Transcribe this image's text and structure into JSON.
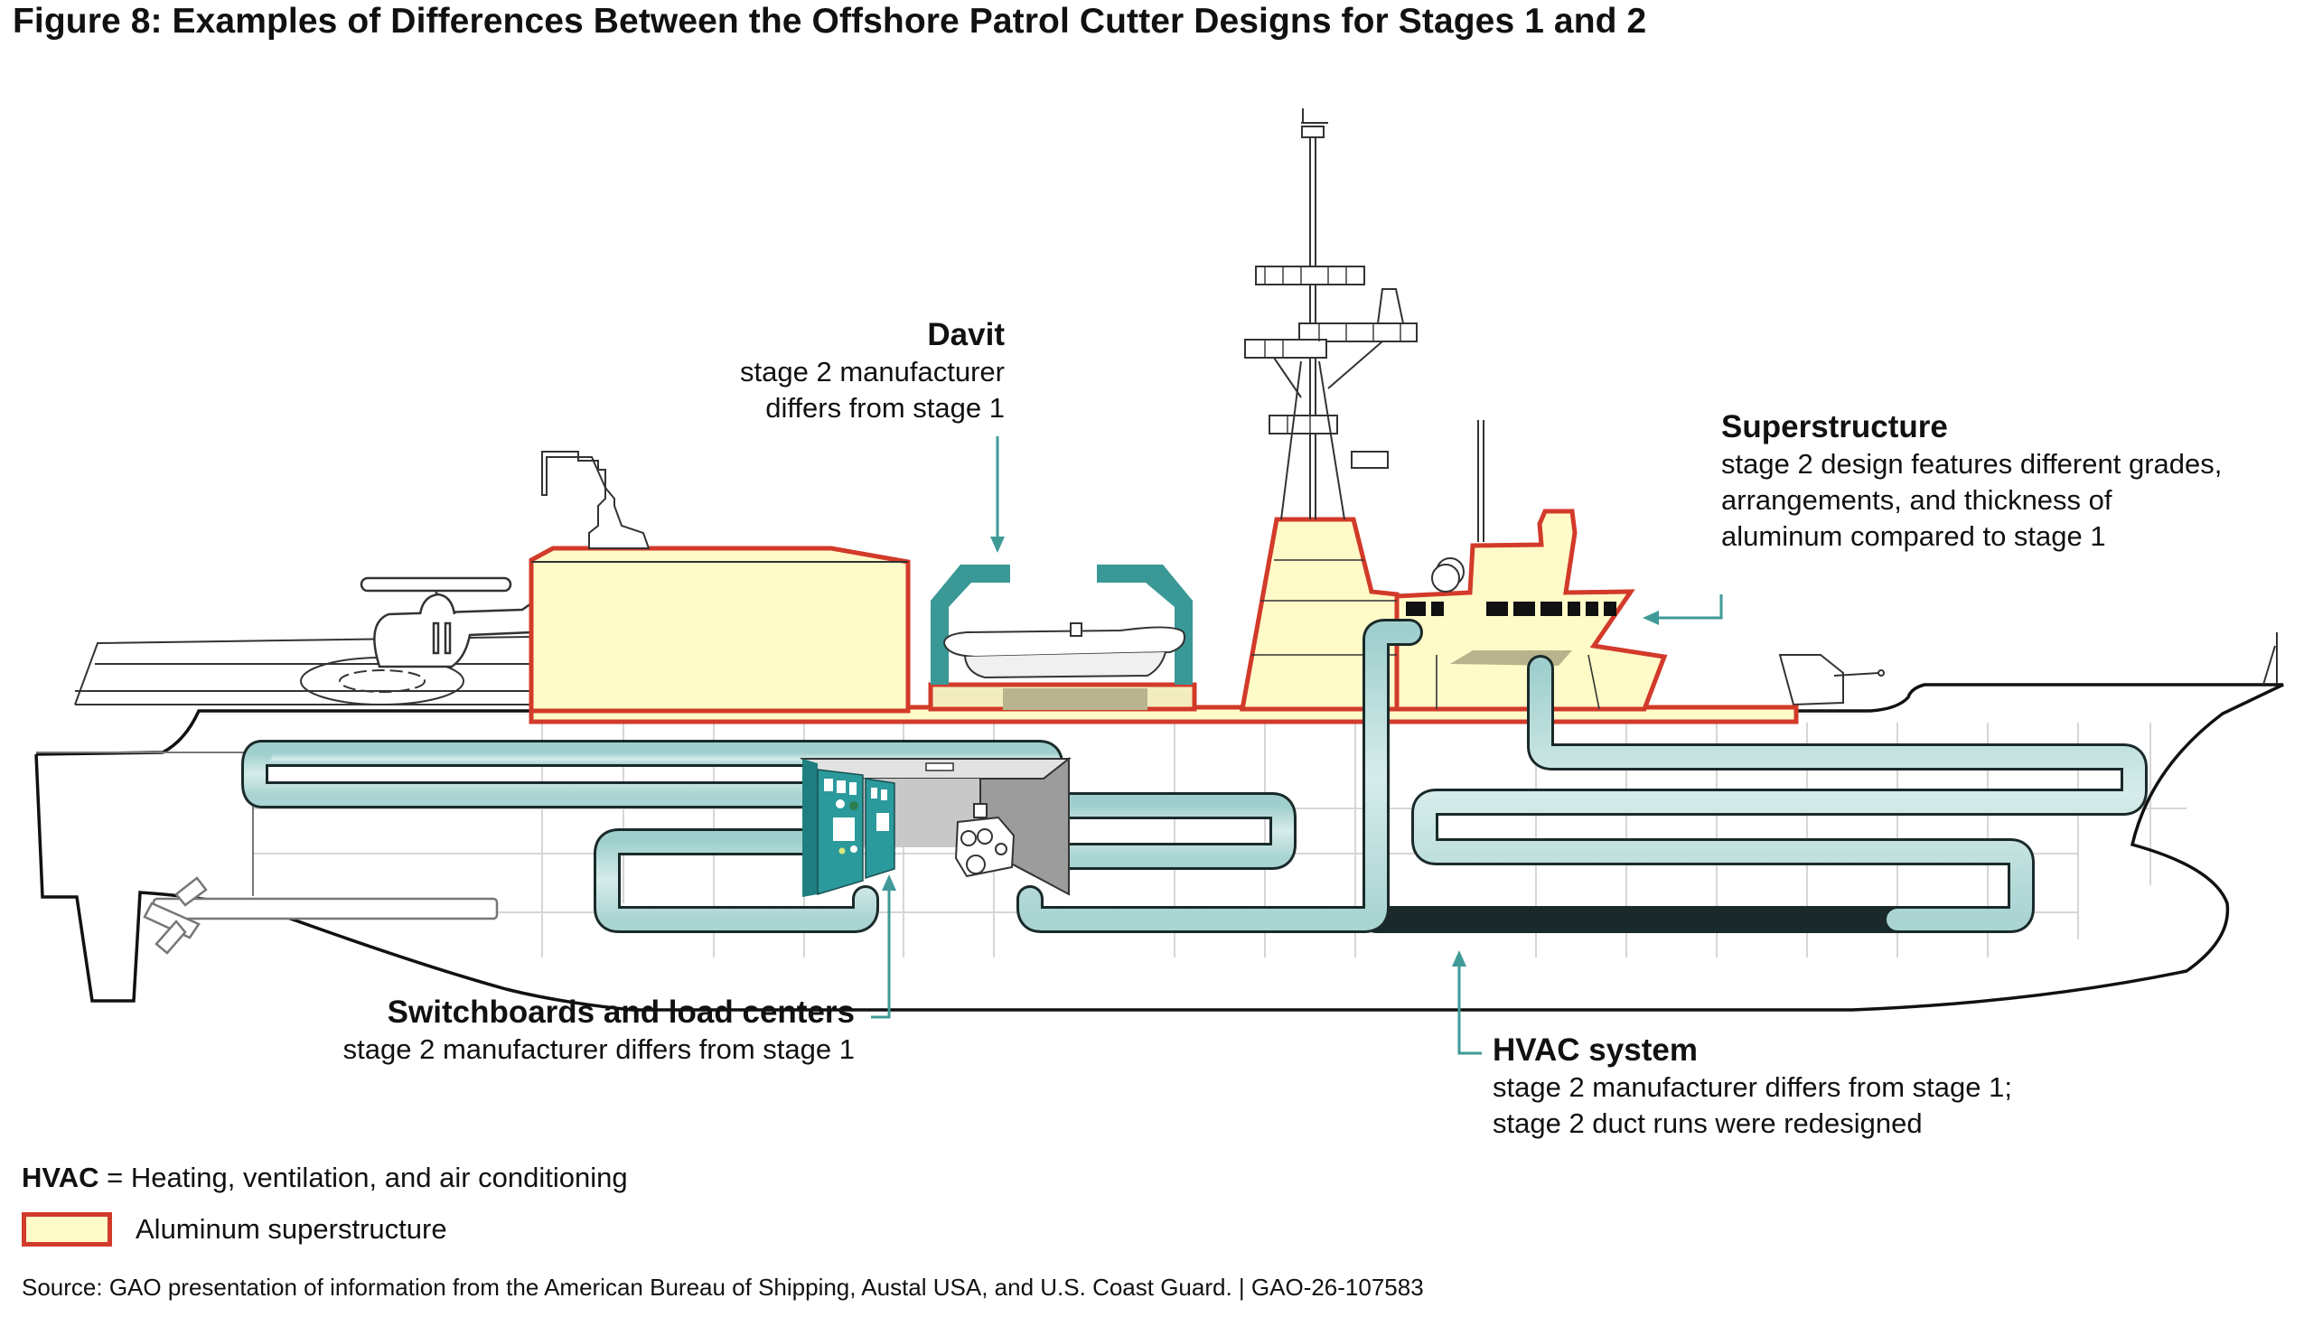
{
  "figure": {
    "title": "Figure 8: Examples of Differences Between the Offshore Patrol Cutter Designs for Stages 1 and 2"
  },
  "callouts": {
    "davit": {
      "heading": "Davit",
      "lines": [
        "stage 2 manufacturer",
        "differs from stage 1"
      ]
    },
    "superstructure": {
      "heading": "Superstructure",
      "lines": [
        "stage 2 design features different grades,",
        "arrangements, and thickness of",
        "aluminum compared to stage 1"
      ]
    },
    "switchboards": {
      "heading": "Switchboards and load centers",
      "lines": [
        "stage 2 manufacturer differs from stage 1"
      ]
    },
    "hvac": {
      "heading": "HVAC system",
      "lines": [
        "stage 2 manufacturer differs from stage 1;",
        "stage 2 duct runs were redesigned"
      ]
    }
  },
  "legend": {
    "abbreviation_term": "HVAC",
    "abbreviation_definition": " = Heating, ventilation, and air conditioning",
    "swatch_label": "Aluminum superstructure"
  },
  "source": "Source: GAO presentation of information from the American Bureau of Shipping, Austal USA, and U.S. Coast Guard.  |  GAO-26-107583",
  "colors": {
    "superstructure_fill": "#fffbc8",
    "superstructure_outline": "#d23a2a",
    "duct_fill": "#bfe0df",
    "callout_arrow": "#3f9a98",
    "davit": "#3a9896",
    "switchboard": "#2b9a9c",
    "hull_line": "#111111"
  },
  "icons": {
    "helicopter": "helicopter-icon",
    "boat": "rigid-hull-boat-icon",
    "engine": "diesel-generator-icon",
    "switchboard": "switchboard-panel-icon",
    "propeller": "propeller-icon",
    "gun": "deck-gun-icon",
    "radar_mast": "radar-mast-icon"
  }
}
